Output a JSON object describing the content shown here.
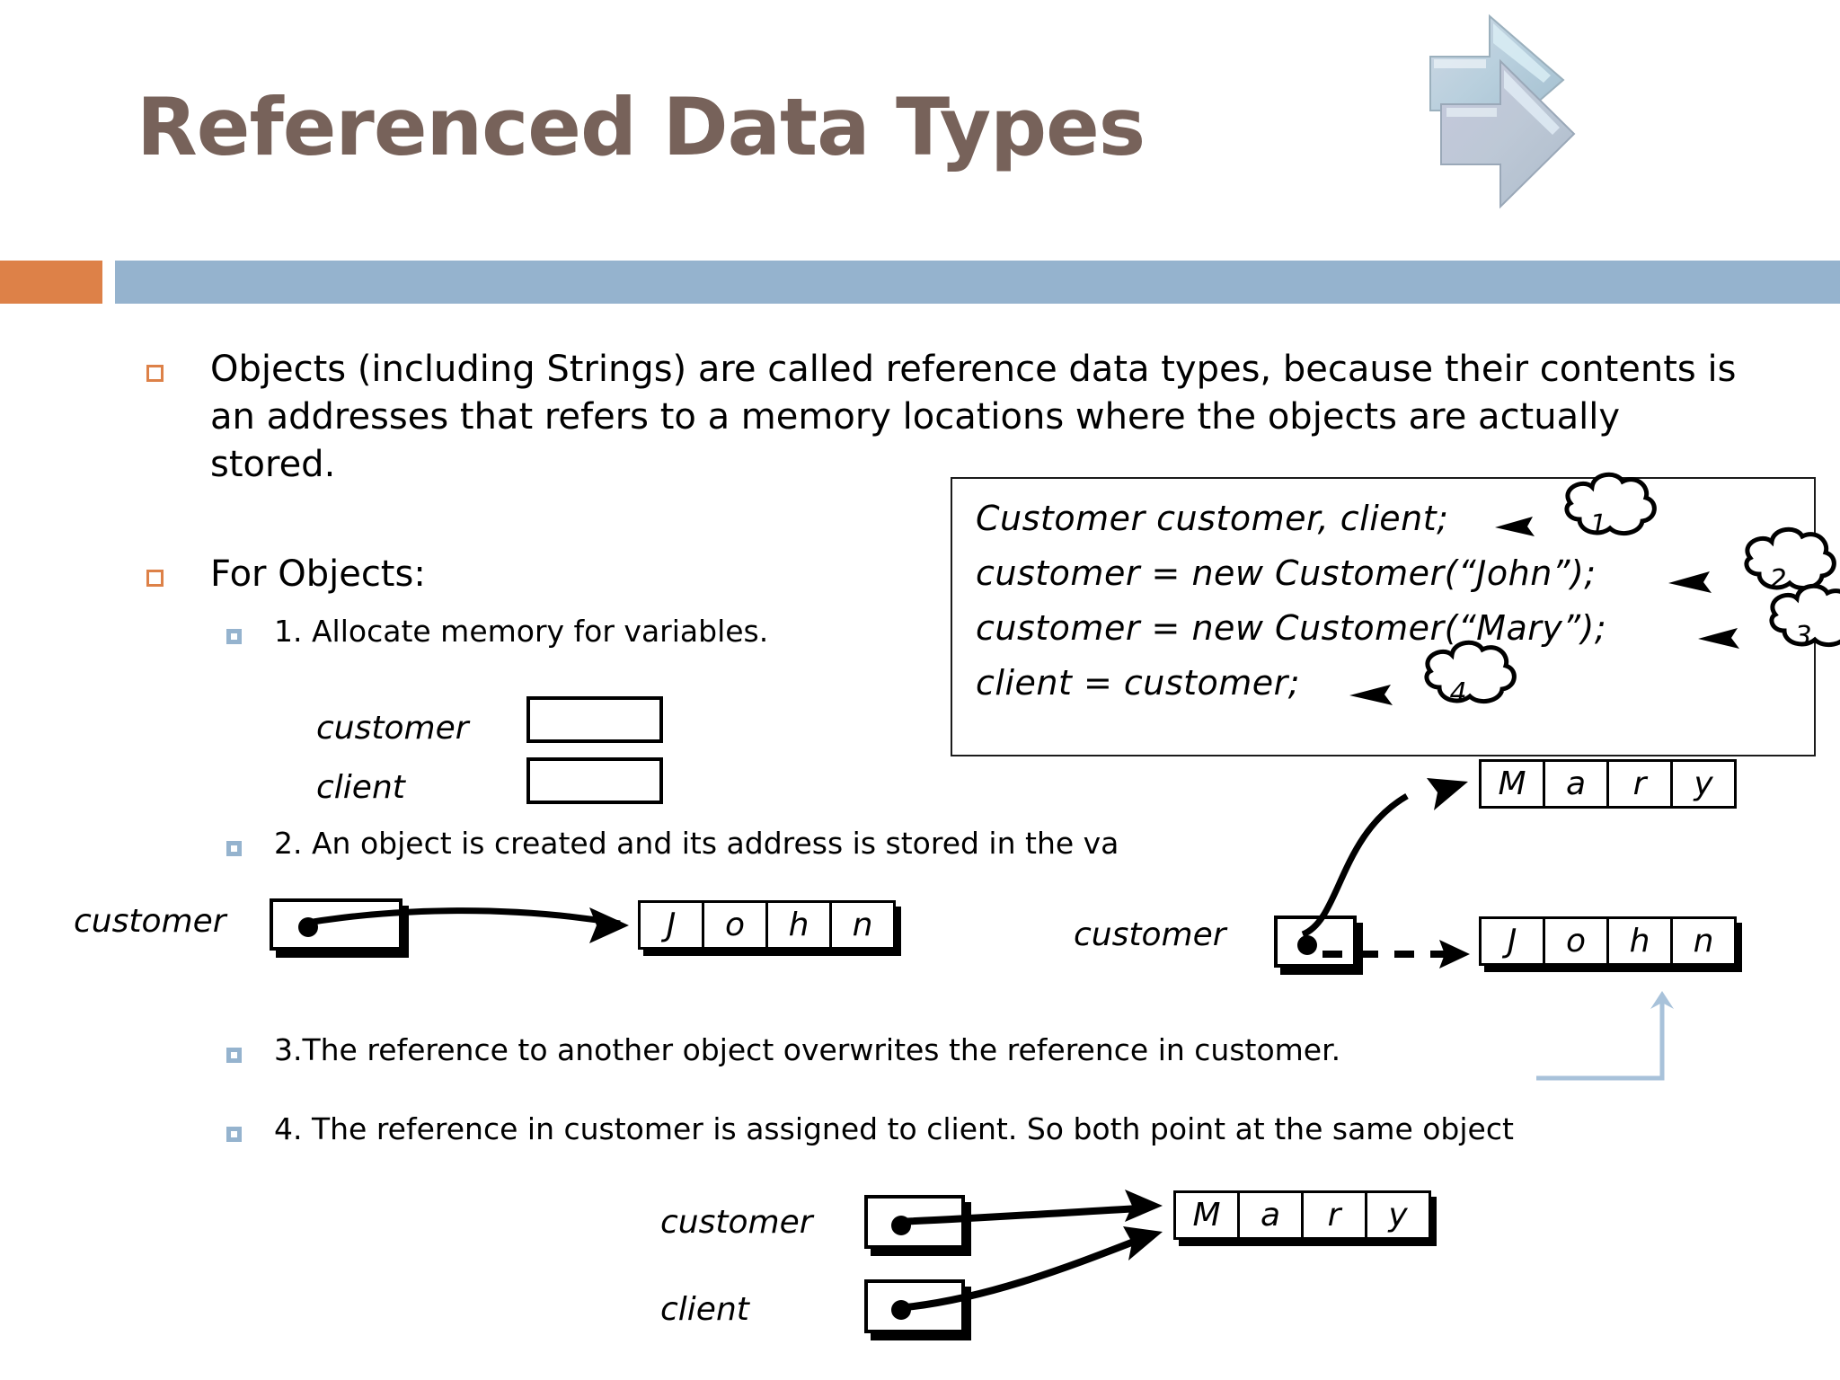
{
  "slide": {
    "title": "Referenced Data Types",
    "colors": {
      "title": "#77625a",
      "accent_orange": "#dd8148",
      "accent_blue": "#95b3ce",
      "arrow_graphic": "#b9c6d6"
    },
    "decor": {
      "arrow_icon": "double-right-arrow-icon"
    }
  },
  "bullets": [
    {
      "marker": "orange-square-bullet",
      "text": "Objects (including Strings) are called reference data types, because their contents is an addresses that refers to a memory locations where the objects are actually stored."
    },
    {
      "marker": "orange-square-bullet",
      "text": "For Objects:"
    }
  ],
  "steps": [
    {
      "marker": "blue-square-bullet",
      "text": "1. Allocate memory for variables."
    },
    {
      "marker": "blue-square-bullet",
      "text": "2. An object is created and its address is stored in the va"
    },
    {
      "marker": "blue-square-bullet",
      "text": "3.The reference to another object overwrites the reference in customer."
    },
    {
      "marker": "blue-square-bullet",
      "text": "4. The reference in customer is assigned to client. So both point at the same object"
    }
  ],
  "code_box": {
    "lines": [
      {
        "code": "Customer customer, client;",
        "callout": "1"
      },
      {
        "code": "customer = new Customer(“John”);",
        "callout": "2"
      },
      {
        "code": "customer = new Customer(“Mary”);",
        "callout": "3"
      },
      {
        "code": "client = customer;",
        "callout": "4"
      }
    ]
  },
  "diagrams": {
    "step1": {
      "labels": [
        "customer",
        "client"
      ],
      "boxes_empty": 2
    },
    "step2": {
      "var_label": "customer",
      "object_chars": [
        "J",
        "o",
        "h",
        "n"
      ]
    },
    "step3": {
      "var_label": "customer",
      "object_top_chars": [
        "M",
        "a",
        "r",
        "y"
      ],
      "object_bottom_chars": [
        "J",
        "o",
        "h",
        "n"
      ],
      "solid_arrow_target": "Mary",
      "dashed_arrow_target": "John"
    },
    "step4": {
      "labels": [
        "customer",
        "client"
      ],
      "object_chars": [
        "M",
        "a",
        "r",
        "y"
      ]
    }
  }
}
